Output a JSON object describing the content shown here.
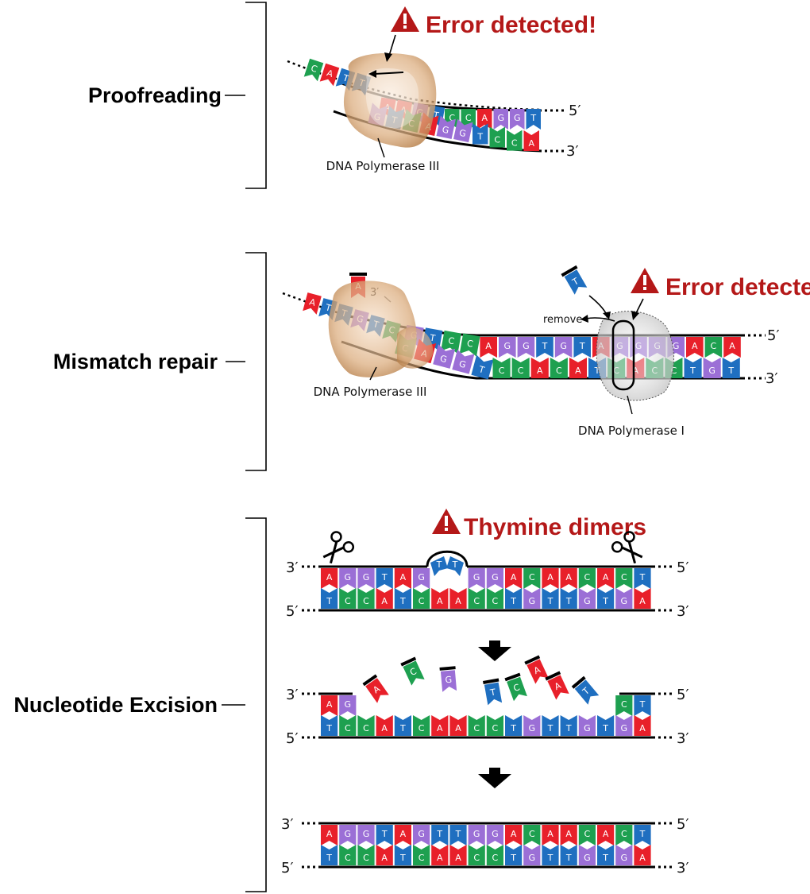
{
  "sections": {
    "proofreading": {
      "label": "Proofreading",
      "error_text": "Error detected!",
      "enzyme": "DNA Polymerase III",
      "end_top": "5′",
      "end_bottom": "3′",
      "loose_bases": [
        "C",
        "A",
        "T",
        "T"
      ],
      "top_bases": [
        "A",
        "A",
        "G",
        "T",
        "C",
        "C",
        "A",
        "G",
        "G",
        "T"
      ],
      "bottom_bases": [
        "G",
        "T",
        "C",
        "A",
        "G",
        "G",
        "T",
        "C",
        "C",
        "A"
      ]
    },
    "mismatch": {
      "label": "Mismatch repair",
      "error_text": "Error detected!",
      "enzyme1": "DNA Polymerase III",
      "enzyme2": "DNA Polymerase I",
      "remove_label": "remove",
      "free_base": "T",
      "removed_base": "A",
      "primer_label": "3′",
      "end_top": "5′",
      "end_bottom": "3′",
      "loose_bases": [
        "A",
        "T",
        "T",
        "G",
        "T",
        "C"
      ],
      "top_bases": [
        "G",
        "T",
        "C",
        "C",
        "A",
        "G",
        "G",
        "T",
        "G",
        "T",
        "A",
        "G",
        "G",
        "G",
        "G",
        "A",
        "C",
        "A"
      ],
      "bottom_bases": [
        "C",
        "A",
        "G",
        "G",
        "T",
        "C",
        "C",
        "A",
        "C",
        "A",
        "T",
        "C",
        "A",
        "C",
        "C",
        "T",
        "G",
        "T"
      ]
    },
    "excision": {
      "label": "Nucleotide Excision",
      "warning_text": "Thymine dimers",
      "dimer_bases": [
        "T",
        "T"
      ],
      "row1": {
        "end_tl": "3′",
        "end_tr": "5′",
        "end_bl": "5′",
        "end_br": "3′",
        "top_bases": [
          "A",
          "G",
          "G",
          "T",
          "A",
          "G",
          "",
          "",
          "G",
          "G",
          "A",
          "C",
          "A",
          "A",
          "C",
          "A",
          "C",
          "T"
        ],
        "bottom_bases": [
          "T",
          "C",
          "C",
          "A",
          "T",
          "C",
          "A",
          "A",
          "C",
          "C",
          "T",
          "G",
          "T",
          "T",
          "G",
          "T",
          "G",
          "A"
        ]
      },
      "row2": {
        "end_tl": "3′",
        "end_tr": "5′",
        "end_bl": "5′",
        "end_br": "3′",
        "top_bases": [
          "A",
          "G",
          "",
          "",
          "",
          "",
          "",
          "",
          "",
          "",
          "",
          "",
          "",
          "",
          "",
          "",
          "C",
          "T"
        ],
        "bottom_bases": [
          "T",
          "C",
          "C",
          "A",
          "T",
          "C",
          "A",
          "A",
          "C",
          "C",
          "T",
          "G",
          "T",
          "T",
          "G",
          "T",
          "G",
          "A"
        ],
        "floating_bases": [
          "A",
          "C",
          "G",
          "T",
          "C",
          "A",
          "A",
          "T"
        ]
      },
      "row3": {
        "end_tl": "3′",
        "end_tr": "5′",
        "end_bl": "5′",
        "end_br": "3′",
        "top_bases": [
          "A",
          "G",
          "G",
          "T",
          "A",
          "G",
          "T",
          "T",
          "G",
          "G",
          "A",
          "C",
          "A",
          "A",
          "C",
          "A",
          "C",
          "T"
        ],
        "bottom_bases": [
          "T",
          "C",
          "C",
          "A",
          "T",
          "C",
          "A",
          "A",
          "C",
          "C",
          "T",
          "G",
          "T",
          "T",
          "G",
          "T",
          "G",
          "A"
        ]
      }
    }
  },
  "colors": {
    "A": "#e8202a",
    "T": "#1f6fc0",
    "G": "#9b6fd6",
    "C": "#1ea050",
    "error": "#b41818",
    "polymerase": "#d9a877"
  }
}
